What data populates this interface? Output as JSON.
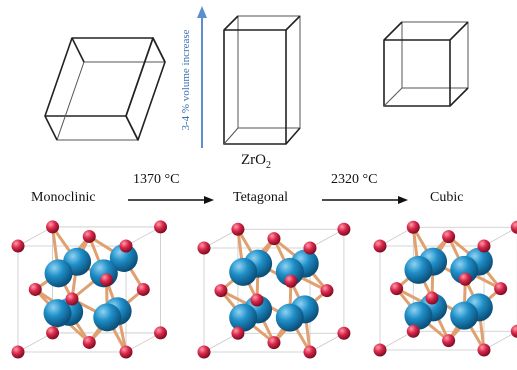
{
  "formula": {
    "base": "ZrO",
    "subscript": "2"
  },
  "volume_note": "3-4 % volume increase",
  "phases": [
    {
      "name": "Monoclinic"
    },
    {
      "name": "Tetagonal"
    },
    {
      "name": "Cubic"
    }
  ],
  "transitions": [
    {
      "temperature": "1370 °C"
    },
    {
      "temperature": "2320 °C"
    }
  ],
  "colors": {
    "zirconium_atom": "#1f8fc8",
    "oxygen_atom": "#d8264a",
    "bond": "#e0a070",
    "volume_arrow": "#5b8fcf",
    "cell_edge": "#222222"
  }
}
